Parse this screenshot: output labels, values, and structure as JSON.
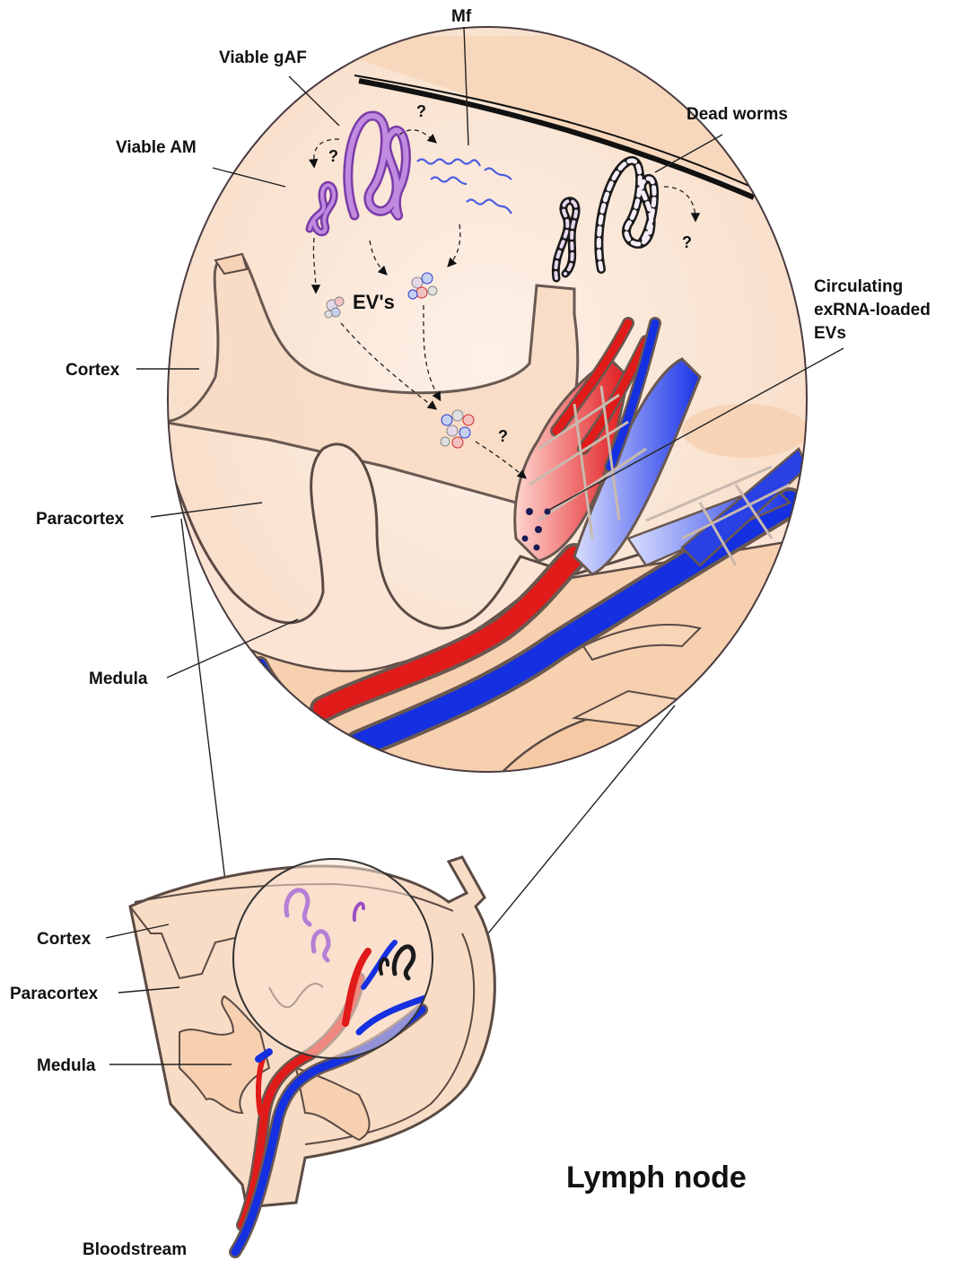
{
  "colors": {
    "tissue": "#f9dcc5",
    "artery": "#e11a1a",
    "vein": "#1530e0",
    "viable_worm": "#9b4fc4",
    "mf": "#4a5de0",
    "dead_worm": "#1a1a1a"
  },
  "labels": {
    "mf": "Mf",
    "viable_gaf": "Viable gAF",
    "viable_am": "Viable AM",
    "dead_worms": "Dead worms",
    "evs": "EV's",
    "circulating_line1": "Circulating",
    "circulating_line2": "exRNA-loaded",
    "circulating_line3": "EVs",
    "cortex_zoom": "Cortex",
    "paracortex_zoom": "Paracortex",
    "medula_zoom": "Medula",
    "cortex_node": "Cortex",
    "paracortex_node": "Paracortex",
    "medula_node": "Medula",
    "bloodstream": "Bloodstream",
    "title": "Lymph node",
    "question_mark": "?"
  }
}
